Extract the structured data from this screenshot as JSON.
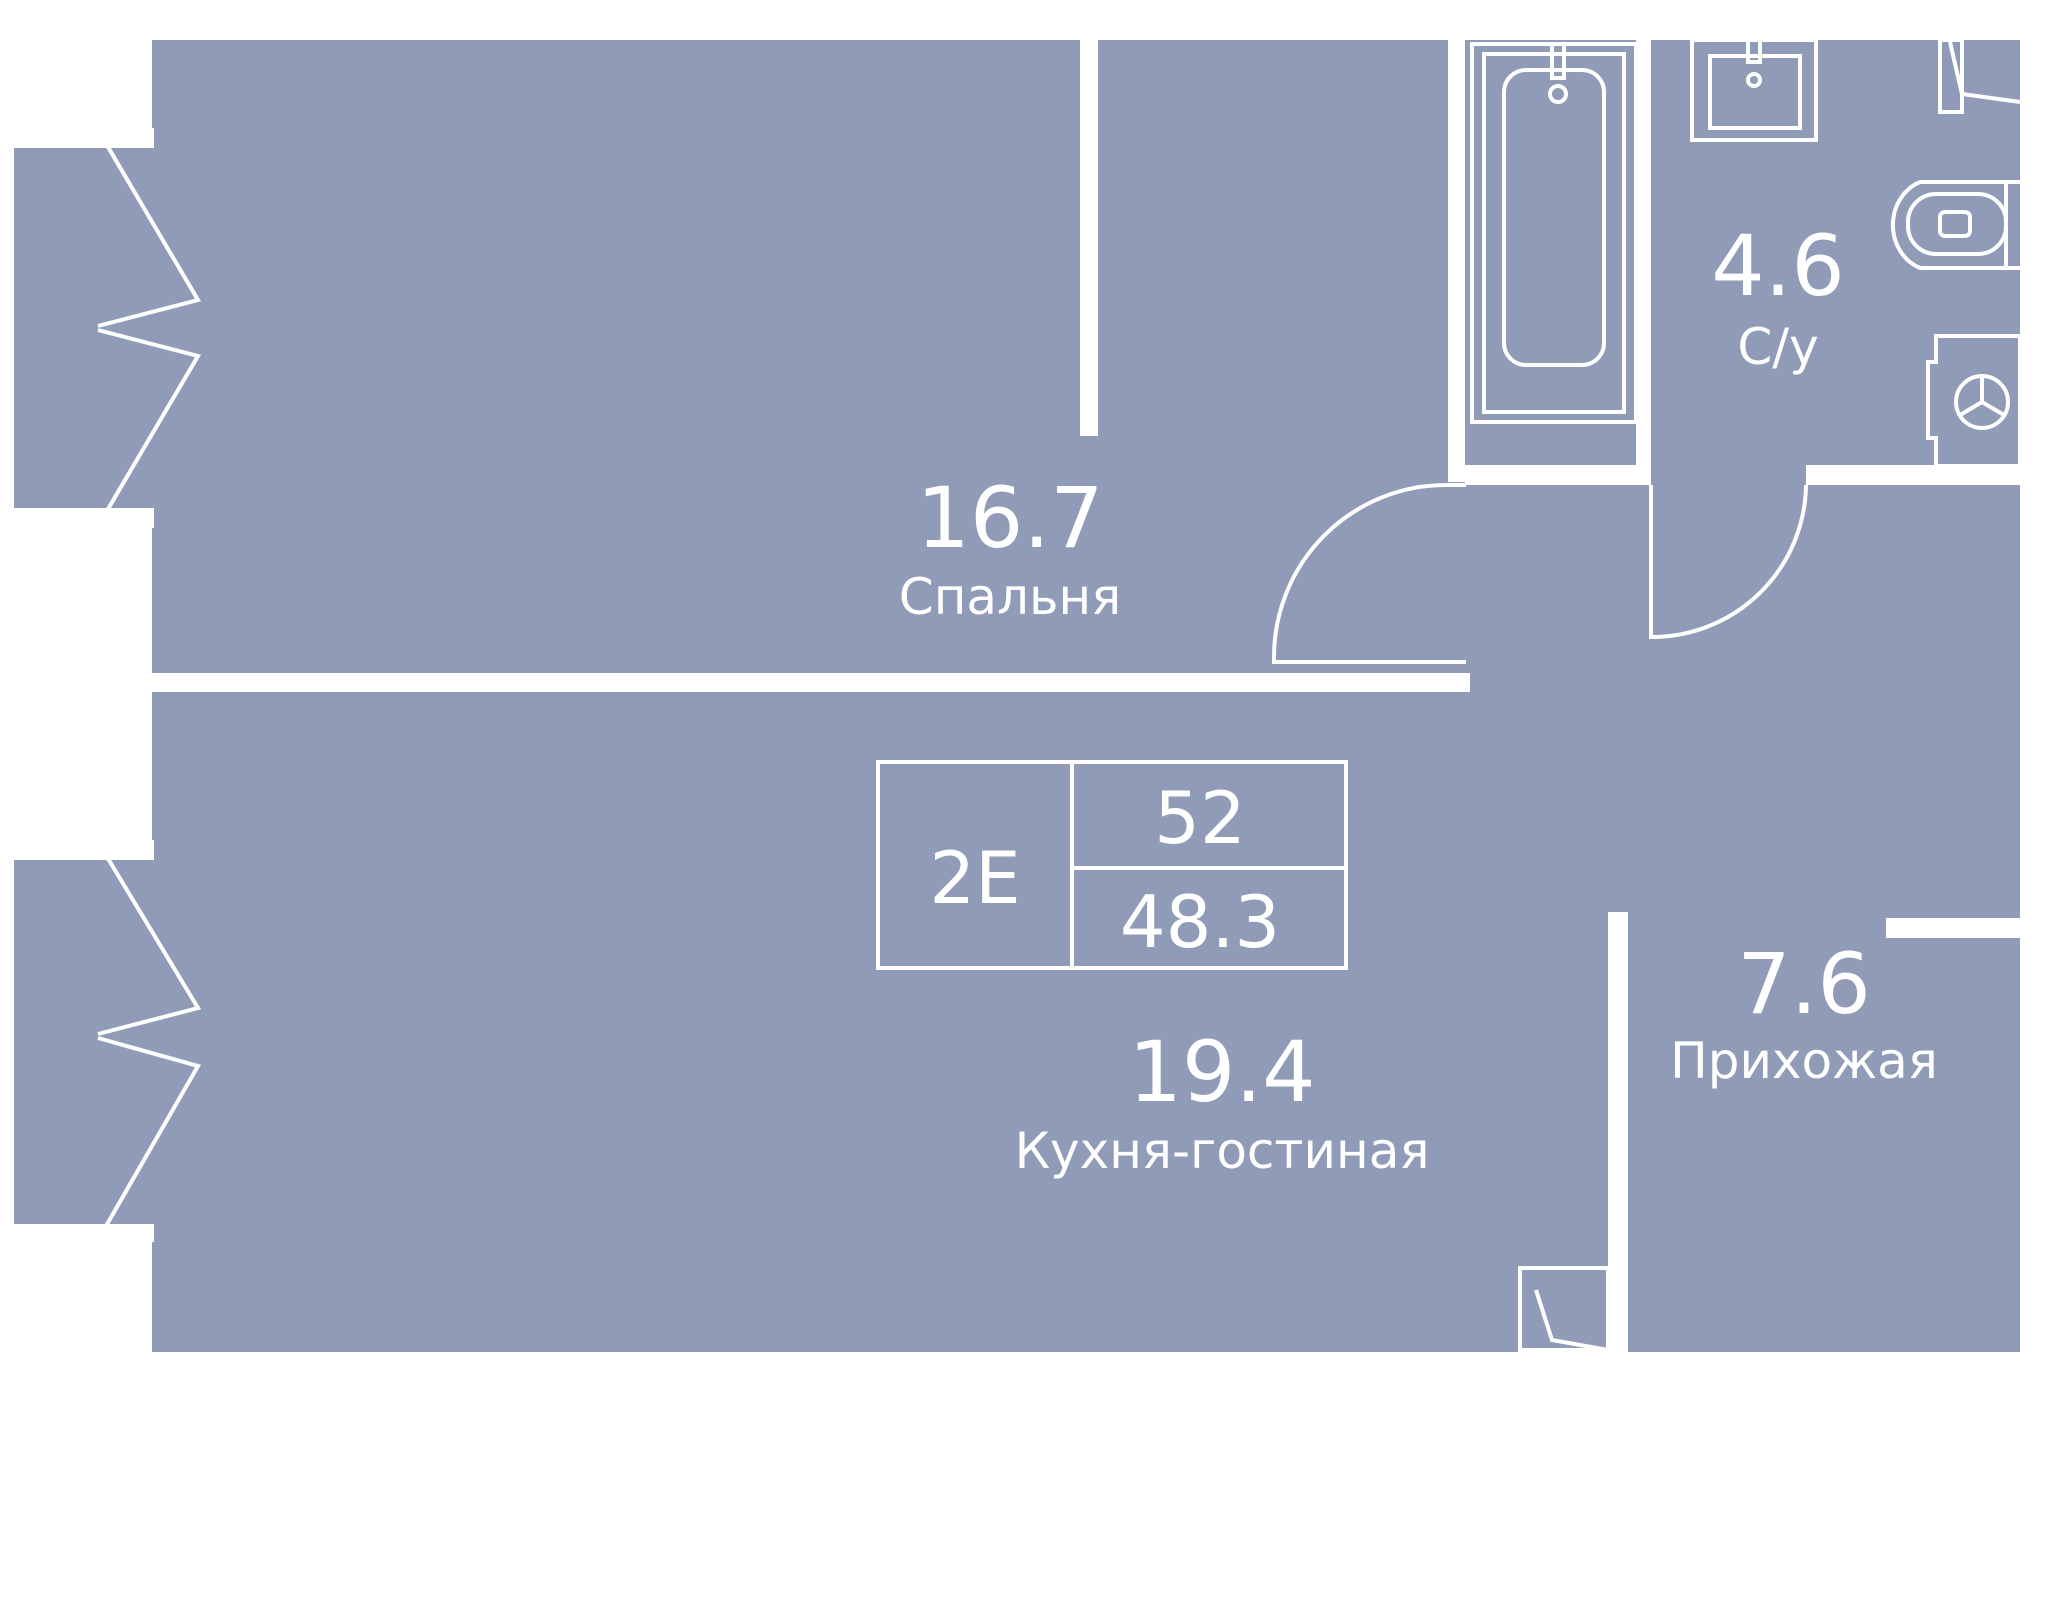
{
  "colors": {
    "floor": "#909bb8",
    "walls": "#ffffff",
    "background": "#ffffff"
  },
  "apartment": {
    "type_code": "2E",
    "total_area": "52",
    "living_area": "48.3"
  },
  "rooms": {
    "bedroom": {
      "area": "16.7",
      "label": "Спальня"
    },
    "bathroom": {
      "area": "4.6",
      "label": "С/у"
    },
    "kitchen_living": {
      "area": "19.4",
      "label": "Кухня-гостиная"
    },
    "hallway": {
      "area": "7.6",
      "label": "Прихожая"
    }
  },
  "icons": [
    "window-icon",
    "door-swing-icon",
    "bathtub-icon",
    "sink-icon",
    "toilet-icon",
    "washing-machine-icon"
  ]
}
